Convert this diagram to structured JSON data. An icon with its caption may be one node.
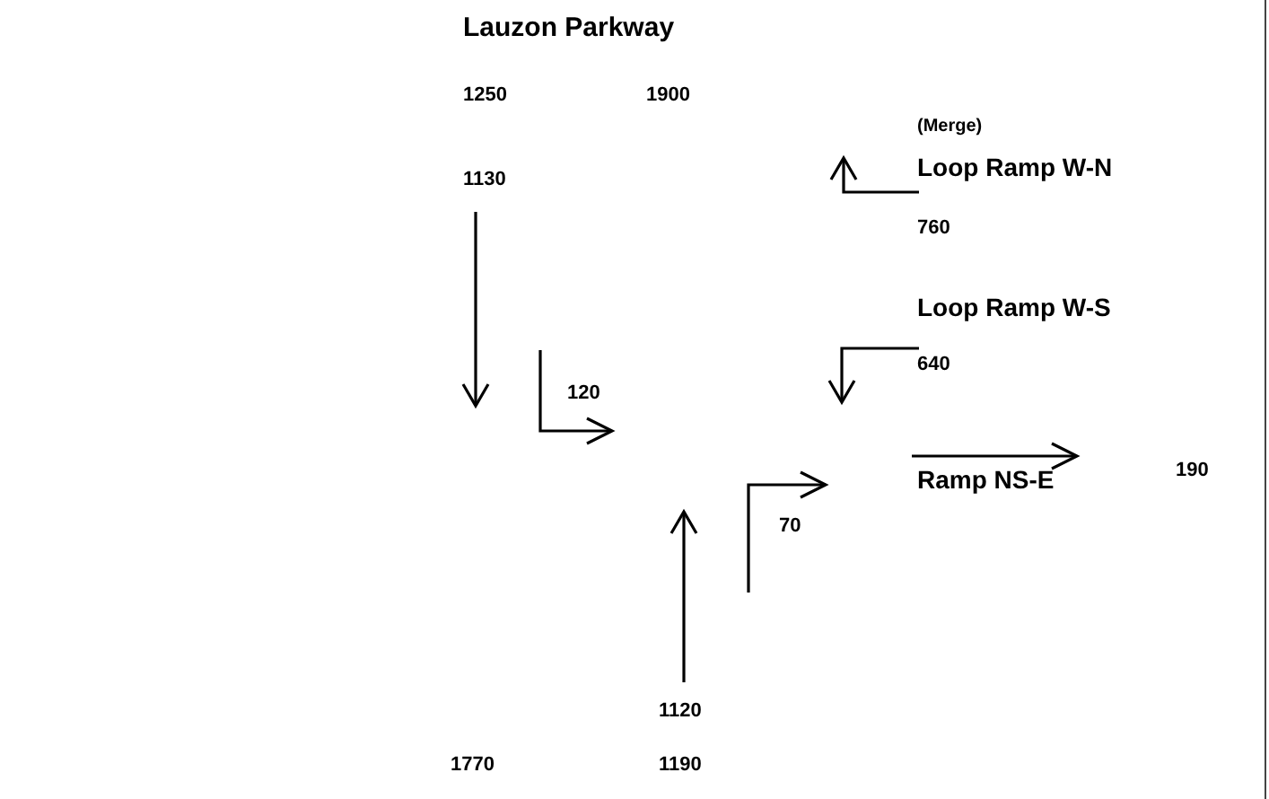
{
  "diagram": {
    "title": "Lauzon Parkway",
    "labels": [
      "1250",
      "1900",
      "(Merge)",
      "1130",
      "Loop Ramp W-N",
      "760",
      "Loop Ramp W-S",
      "640",
      "120",
      "190",
      "Ramp NS-E",
      "70",
      "1120",
      "1770",
      "1190"
    ]
  }
}
